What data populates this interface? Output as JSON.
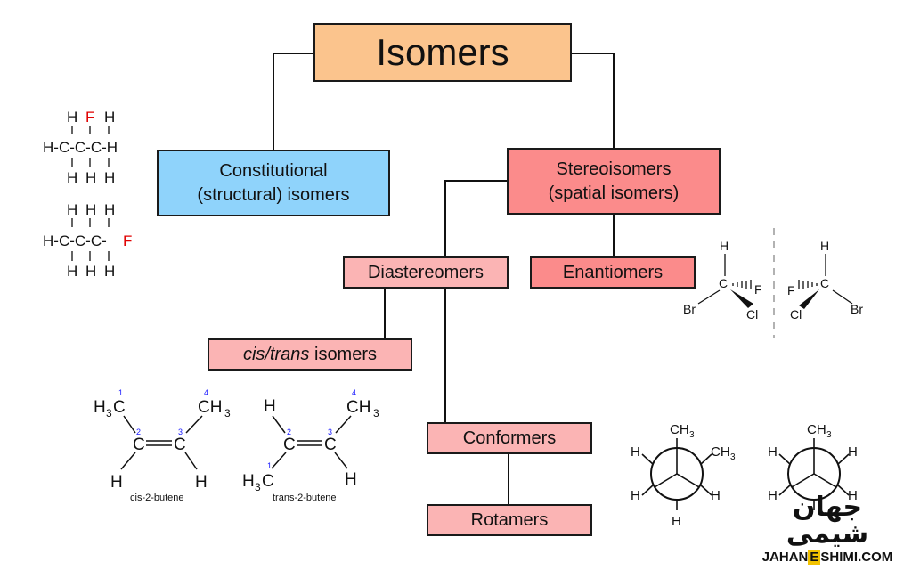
{
  "title": "Isomers",
  "boxes": {
    "constitutional": {
      "line1": "Constitutional",
      "line2": "(structural) isomers"
    },
    "stereoisomers": {
      "line1": "Stereoisomers",
      "line2": "(spatial isomers)"
    },
    "diastereomers": "Diastereomers",
    "enantiomers": "Enantiomers",
    "cis_trans": {
      "italic": "cis/trans",
      "rest": " isomers"
    },
    "conformers": "Conformers",
    "rotamers": "Rotamers"
  },
  "labels": {
    "cis_2_butene": "cis-2-butene",
    "trans_2_butene": "trans-2-butene"
  },
  "watermark": {
    "arabic": "جهان شیمی",
    "latin_a": "JAHAN",
    "latin_e": "E",
    "latin_b": "SHIMI.COM"
  },
  "colors": {
    "title_fill": "#fbc48d",
    "constitutional_fill": "#8fd3fb",
    "stereo_fill": "#fb8b8b",
    "light_red_fill": "#fbb4b4",
    "fluorine": "#e00000",
    "locant_blue": "#1a1aff"
  }
}
